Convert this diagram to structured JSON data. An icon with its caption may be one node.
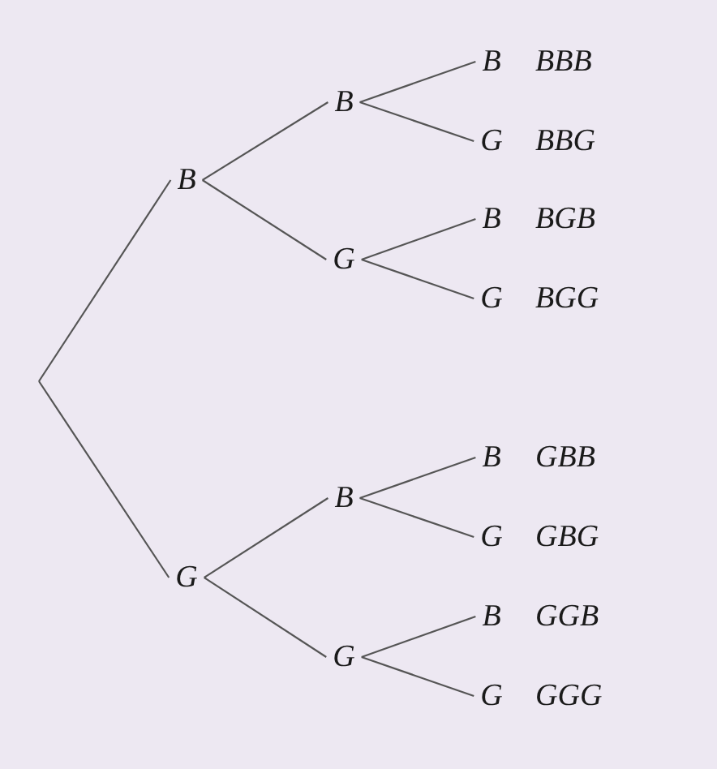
{
  "diagram": {
    "nodes": [
      {
        "text": [
          "B"
        ]
      },
      {
        "text": [
          "B"
        ]
      },
      {
        "text": [
          "B"
        ],
        "beside": [
          "BBB"
        ]
      },
      {
        "text": [
          "G"
        ],
        "beside": [
          "BBG"
        ]
      },
      {
        "text": [
          "G"
        ]
      },
      {
        "text": [
          "B"
        ],
        "beside": [
          "BGB"
        ]
      },
      {
        "text": [
          "G"
        ],
        "beside": [
          "BGG"
        ]
      },
      {
        "text": [
          "G"
        ]
      },
      {
        "text": [
          "B"
        ]
      },
      {
        "text": [
          "B"
        ],
        "beside": [
          "GBB"
        ]
      },
      {
        "text": [
          "G"
        ],
        "beside": [
          "GBG"
        ]
      },
      {
        "text": [
          "G"
        ]
      },
      {
        "text": [
          "B"
        ],
        "beside": [
          "GGB"
        ]
      },
      {
        "text": [
          "G"
        ],
        "beside": [
          "GGG"
        ]
      }
    ],
    "edges": [
      {
        "from": null,
        "to": 0,
        "arrow": "none"
      },
      {
        "from": null,
        "to": 7,
        "arrow": "none"
      },
      {
        "from": 0,
        "to": 1,
        "arrow": "none"
      },
      {
        "from": 1,
        "to": 2,
        "arrow": "none"
      },
      {
        "from": 1,
        "to": 3,
        "arrow": "none"
      },
      {
        "from": 0,
        "to": 4,
        "arrow": "none"
      },
      {
        "from": 4,
        "to": 5,
        "arrow": "none"
      },
      {
        "from": 4,
        "to": 6,
        "arrow": "none"
      },
      {
        "from": 7,
        "to": 8,
        "arrow": "none"
      },
      {
        "from": 8,
        "to": 9,
        "arrow": "none"
      },
      {
        "from": 8,
        "to": 10,
        "arrow": "none"
      },
      {
        "from": 7,
        "to": 11,
        "arrow": "none"
      },
      {
        "from": 11,
        "to": 12,
        "arrow": "none"
      },
      {
        "from": 11,
        "to": 13,
        "arrow": "none"
      }
    ]
  }
}
